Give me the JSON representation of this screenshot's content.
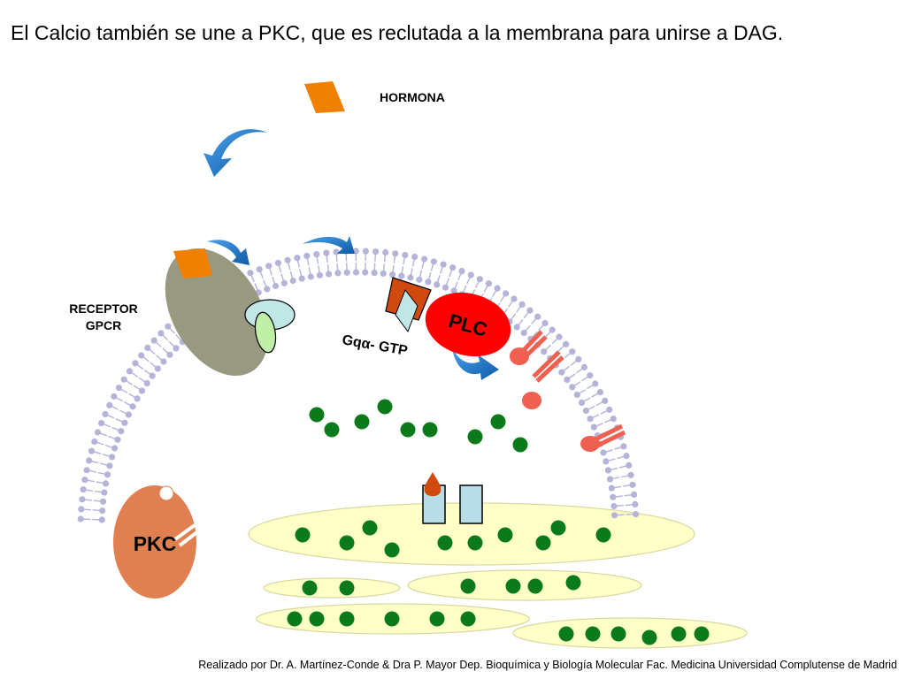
{
  "title": "El Calcio también se une a PKC, que es reclutada a la membrana para unirse a DAG.",
  "labels": {
    "hormone": "HORMONA",
    "receptor_line1": "RECEPTOR",
    "receptor_line2": "GPCR",
    "gq_prefix": "Gq",
    "gq_alpha": "α",
    "gq_suffix": "- GTP",
    "plc": "PLC",
    "pkc": "PKC"
  },
  "footer": "Realizado por Dr. A. Martínez-Conde & Dra P. Mayor Dep. Bioquímica y Biología Molecular Fac. Medicina Universidad Complutense de Madrid",
  "colors": {
    "hormone": "#f08000",
    "receptor": "#999982",
    "membrane_lipid": "#b4b4d8",
    "plc": "#ff0000",
    "pkc": "#e08050",
    "calcium": "#0a7a1a",
    "er": "#ffffc8",
    "arrow": "#1a6fc0",
    "dag": "#f06050",
    "channel": "#b8dde6",
    "gq_alpha": "#d04a10",
    "gtp": "#c0e6e6"
  },
  "icons": {
    "arrow": "curved-arrow-icon",
    "calcium": "calcium-ion-icon"
  }
}
